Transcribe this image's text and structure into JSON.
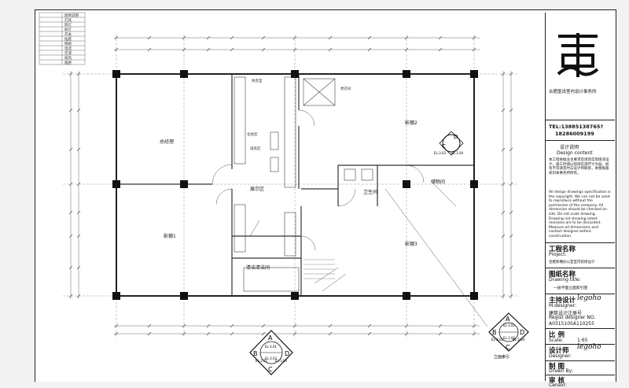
{
  "rooms": {
    "r1": "总经理",
    "r2": "展示区",
    "r3": "影棚1",
    "r4": "影棚2",
    "r5": "影棚3",
    "r6": "卫生间",
    "r7": "更衣间",
    "r8": "清洁清洁间",
    "r9": "休息室",
    "r10": "化妆区",
    "r11": "储物间",
    "r12": "道具区"
  },
  "elevation_marks": {
    "left": {
      "a": "A",
      "b": "B",
      "c": "C",
      "d": "D",
      "el1": "EL-3.01",
      "el2": "EL-3.02",
      "el3": "EL-3.03",
      "el4": "EL-3.04"
    },
    "right": {
      "a": "A",
      "b": "B",
      "c": "C",
      "d": "D",
      "el1": "EL-3.02",
      "el2": "EL-3.01",
      "el3": "EL-3.03",
      "el4": "EL-3.04"
    },
    "room": {
      "c": "C",
      "d": "D",
      "el1": "EL-3.03",
      "el2": "EL-3.04"
    }
  },
  "titleblock": {
    "company": "合肥墨设室内设计事务所",
    "tel1": "TEL:13885138765?",
    "tel2": "18286009199",
    "design_content_cn": "设计说明",
    "design_content_en": "Design content",
    "notes_cn": "本工程依据业主要求及现场实际情况设计，施工时请以现场实测尺寸为准，如有不符请及时与设计师联系，本图纸版权归本事务所所有。",
    "notes_en": "All design drawings specification is the copyright. We can not be used to reproduce without the permission of the company. All dimension should be checked on site. Do not scale drawing. Drawing not showing latest revisions are to be discarded. Measure all dimensions and contact designer before construction.",
    "project_cn": "工程名称",
    "project_en": "Project:",
    "project_value": "合肥影棚办公室室内装修设计",
    "drawing_title_cn": "图纸名称",
    "drawing_title_en": "Drawing title:",
    "drawing_title_value": "一层平面立面索引图",
    "chief_designer_cn": "主持设计",
    "chief_designer_en": "M.designer:",
    "reg_cn": "建筑设计注册号",
    "reg_en": "Regist designer NO.",
    "reg_value": "A031510SA110255",
    "scale_cn": "比 例",
    "scale_en": "Scale:",
    "scale_value": "1:65",
    "designer_cn": "设计师",
    "designer_en": "Designer:",
    "drawn_cn": "制 图",
    "drawn_en": "Drawn By:",
    "censor_cn": "审 核",
    "censor_en": "Censor:",
    "signature": "legoho"
  },
  "legend": {
    "title": "图例说明",
    "items": [
      "灯具",
      "筒灯",
      "射灯",
      "开关",
      "插座",
      "网络",
      "电话",
      "空调",
      "排风",
      "烟感"
    ]
  },
  "index_title": "立面索引"
}
